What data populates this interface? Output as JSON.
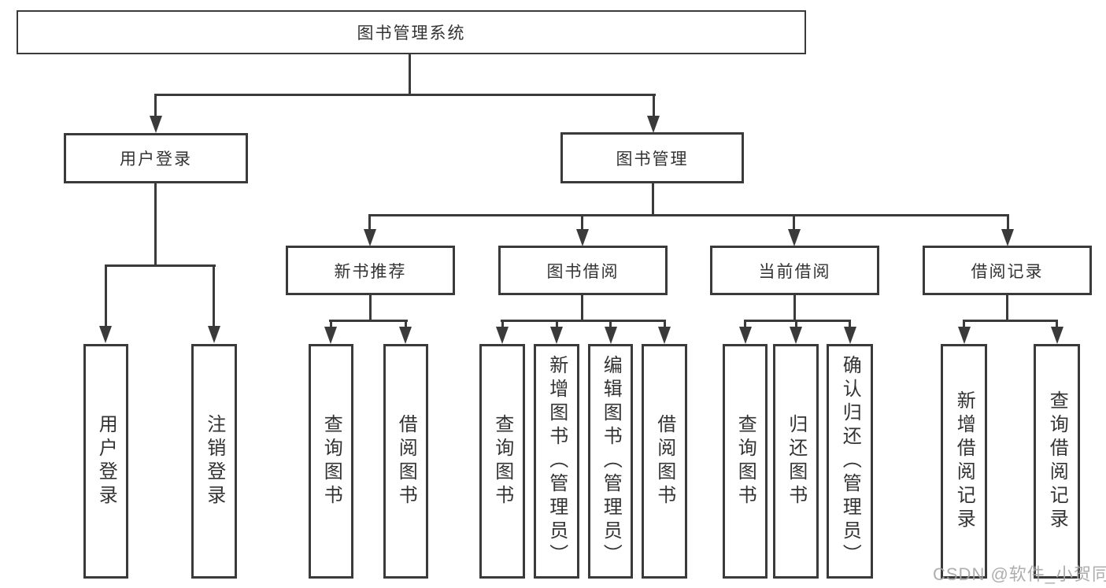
{
  "watermark": "CSDN @软件_小贺同学",
  "colors": {
    "line": "#3a3a3a",
    "text": "#333333",
    "background": "#ffffff",
    "watermark": "#a5a5a5"
  },
  "tree": {
    "label": "图书管理系统",
    "children": [
      {
        "label": "用户登录",
        "children": [
          {
            "label": "用户登录"
          },
          {
            "label": "注销登录"
          }
        ]
      },
      {
        "label": "图书管理",
        "children": [
          {
            "label": "新书推荐",
            "children": [
              {
                "label": "查询图书"
              },
              {
                "label": "借阅图书"
              }
            ]
          },
          {
            "label": "图书借阅",
            "children": [
              {
                "label": "查询图书"
              },
              {
                "label": "新增图书（管理员）"
              },
              {
                "label": "编辑图书（管理员）"
              },
              {
                "label": "借阅图书"
              }
            ]
          },
          {
            "label": "当前借阅",
            "children": [
              {
                "label": "查询图书"
              },
              {
                "label": "归还图书"
              },
              {
                "label": "确认归还（管理员）"
              }
            ]
          },
          {
            "label": "借阅记录",
            "children": [
              {
                "label": "新增借阅记录"
              },
              {
                "label": "查询借阅记录"
              }
            ]
          }
        ]
      }
    ]
  }
}
